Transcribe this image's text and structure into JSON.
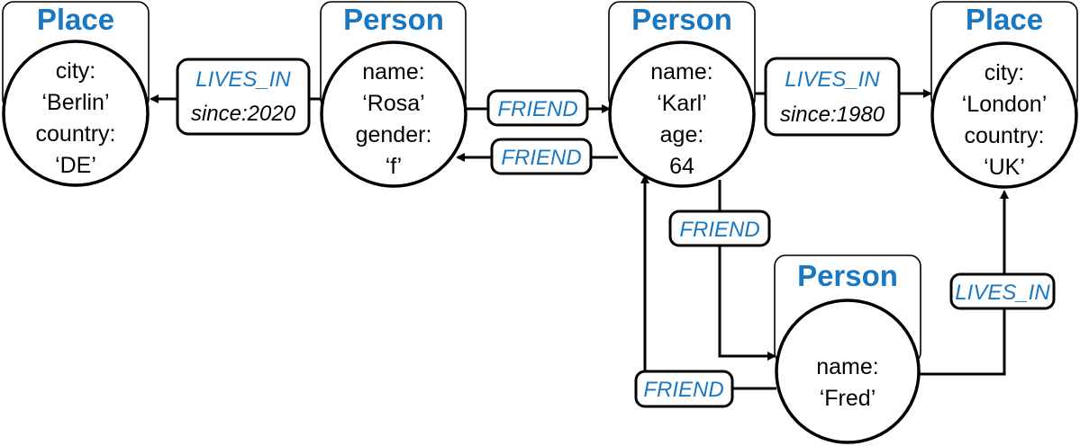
{
  "nodes": {
    "berlin": {
      "label": "Place",
      "props": [
        "city:",
        "‘Berlin’",
        "country:",
        "‘DE’"
      ]
    },
    "rosa": {
      "label": "Person",
      "props": [
        "name:",
        "‘Rosa’",
        "gender:",
        "‘f’"
      ]
    },
    "karl": {
      "label": "Person",
      "props": [
        "name:",
        "‘Karl’",
        "age:",
        "64"
      ]
    },
    "london": {
      "label": "Place",
      "props": [
        "city:",
        "‘London’",
        "country:",
        "‘UK’"
      ]
    },
    "fred": {
      "label": "Person",
      "props": [
        "name:",
        "‘Fred’"
      ]
    }
  },
  "edges": {
    "rosa_lives_berlin": {
      "type": "LIVES_IN",
      "since": "since:2020"
    },
    "rosa_friend_karl": {
      "type": "FRIEND"
    },
    "karl_friend_rosa": {
      "type": "FRIEND"
    },
    "karl_lives_london": {
      "type": "LIVES_IN",
      "since": "since:1980"
    },
    "karl_friend_fred": {
      "type": "FRIEND"
    },
    "fred_friend_karl": {
      "type": "FRIEND"
    },
    "fred_lives_london": {
      "type": "LIVES_IN"
    }
  },
  "colors": {
    "label": "#1a78c2",
    "stroke": "#000000",
    "text": "#000000"
  }
}
